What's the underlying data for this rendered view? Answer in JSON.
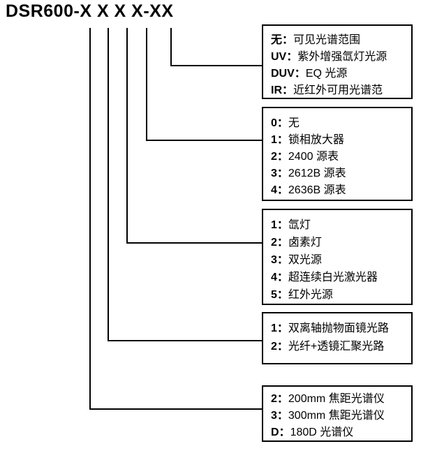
{
  "diagram": {
    "model_code": "DSR600-X X X X-XX",
    "groups": [
      {
        "name": "spectral-range-suffix",
        "options": [
          {
            "code": "无：",
            "label": "可见光谱范围"
          },
          {
            "code": "UV：",
            "label": "紫外增强氙灯光源"
          },
          {
            "code": "DUV：",
            "label": "EQ 光源"
          },
          {
            "code": "IR：",
            "label": "近红外可用光谱范"
          }
        ]
      },
      {
        "name": "source-meter-option",
        "options": [
          {
            "code": "0：",
            "label": "无"
          },
          {
            "code": "1：",
            "label": "锁相放大器"
          },
          {
            "code": "2：",
            "label": "2400 源表"
          },
          {
            "code": "3：",
            "label": "2612B 源表"
          },
          {
            "code": "4：",
            "label": "2636B 源表"
          }
        ]
      },
      {
        "name": "light-source",
        "options": [
          {
            "code": "1：",
            "label": "氙灯"
          },
          {
            "code": "2：",
            "label": "卤素灯"
          },
          {
            "code": "3：",
            "label": "双光源"
          },
          {
            "code": "4：",
            "label": "超连续白光激光器"
          },
          {
            "code": "5：",
            "label": "红外光源"
          }
        ]
      },
      {
        "name": "optical-path",
        "options": [
          {
            "code": "1：",
            "label": "双离轴抛物面镜光路"
          },
          {
            "code": "2：",
            "label": "光纤+透镜汇聚光路"
          }
        ]
      },
      {
        "name": "spectrometer-focal-length",
        "options": [
          {
            "code": "2：",
            "label": "200mm 焦距光谱仪"
          },
          {
            "code": "3：",
            "label": "300mm 焦距光谱仪"
          },
          {
            "code": "D：",
            "label": "180D 光谱仪"
          }
        ]
      }
    ]
  },
  "colors": {
    "line": "#000000",
    "text": "#000000",
    "background": "#ffffff"
  }
}
